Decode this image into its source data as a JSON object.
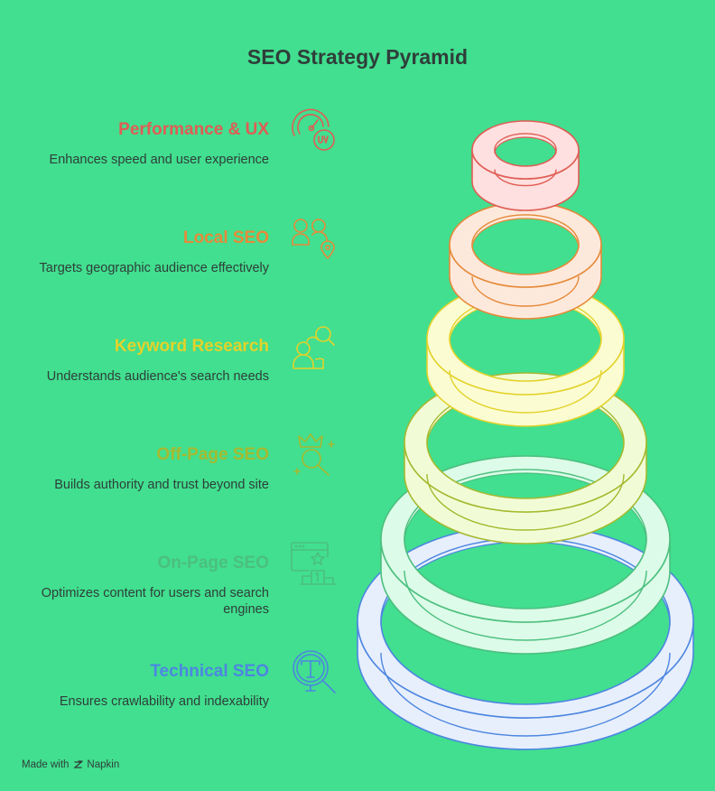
{
  "title": "SEO Strategy Pyramid",
  "levels": [
    {
      "label": "Performance & UX",
      "description": "Enhances speed and user experience",
      "color": "#e05d55",
      "fill": "#fde0df",
      "icon": "speedometer-ux-icon"
    },
    {
      "label": "Local SEO",
      "description": "Targets geographic audience effectively",
      "color": "#e68a3a",
      "fill": "#fde9dc",
      "icon": "people-location-icon"
    },
    {
      "label": "Keyword Research",
      "description": "Understands audience's search needs",
      "color": "#e3d22a",
      "fill": "#fbfcd2",
      "icon": "person-search-icon"
    },
    {
      "label": "Off-Page SEO",
      "description": "Builds authority and trust beyond site",
      "color": "#a6b930",
      "fill": "#f1fcd7",
      "icon": "crown-magnifier-icon"
    },
    {
      "label": "On-Page SEO",
      "description": "Optimizes content for users and search engines",
      "color": "#4cbf7e",
      "fill": "#dcfbe8",
      "icon": "webpage-podium-icon"
    },
    {
      "label": "Technical SEO",
      "description": "Ensures crawlability and indexability",
      "color": "#4d86e0",
      "fill": "#e7effc",
      "icon": "text-magnifier-icon"
    }
  ],
  "footer": {
    "made_with": "Made with",
    "brand": "Napkin"
  }
}
